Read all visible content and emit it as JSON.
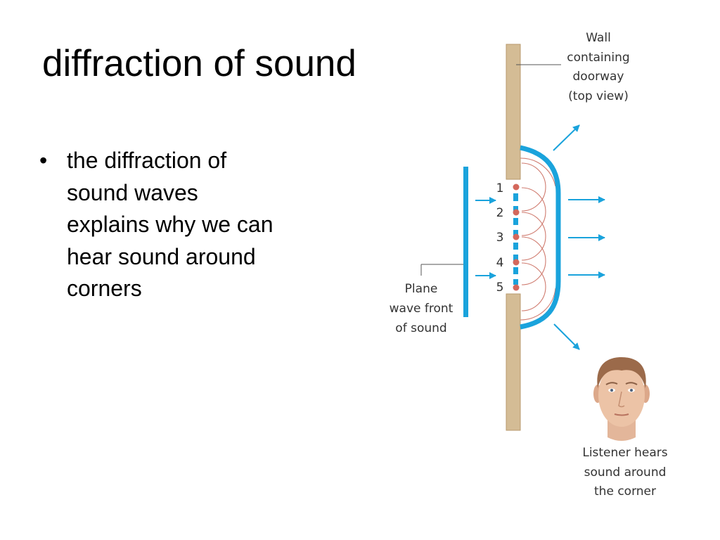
{
  "slide": {
    "title": "diffraction of sound",
    "bullets": [
      "the diffraction of sound waves explains why we can hear sound around corners"
    ]
  },
  "diagram": {
    "wall_label": [
      "Wall",
      "containing",
      "doorway",
      "(top view)"
    ],
    "wavefront_label": [
      "Plane",
      "wave front",
      "of sound"
    ],
    "listener_label": [
      "Listener hears",
      "sound around",
      "the corner"
    ],
    "source_numbers": [
      "1",
      "2",
      "3",
      "4",
      "5"
    ],
    "colors": {
      "wall": "#d4bc95",
      "wall_edge": "#b89a6e",
      "wave": "#1aa3dc",
      "source_dot": "#d4685c",
      "wavelet": "#cf7a6e",
      "leader_line": "#555555",
      "label_text": "#333333"
    }
  }
}
